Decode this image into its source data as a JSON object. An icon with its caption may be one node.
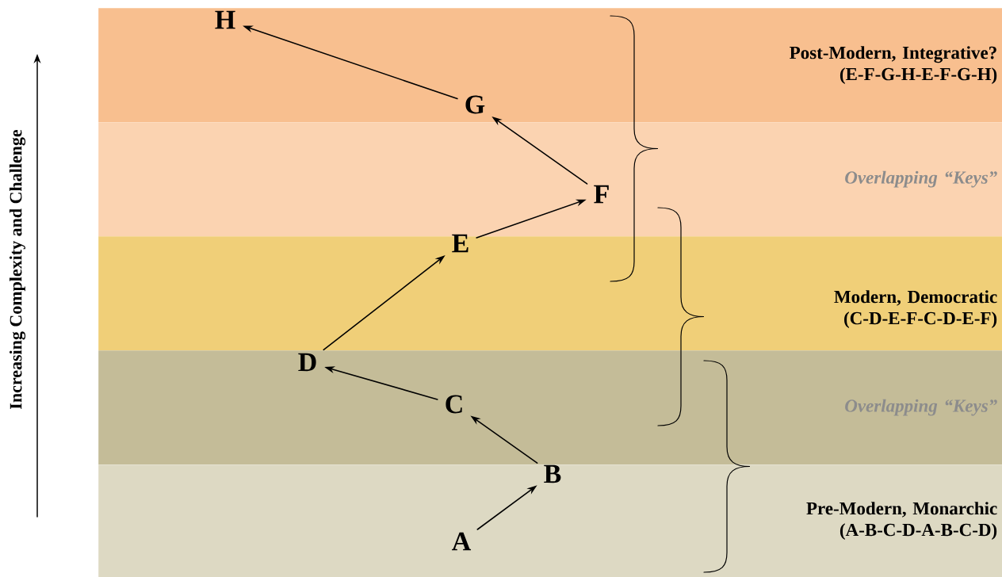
{
  "diagram": {
    "nodes": [
      {
        "text": [
          "Post-Modern, Integrative?",
          "(E-F-G-H-E-F-G-H)"
        ]
      },
      {
        "text": [
          "Overlapping “Keys”"
        ]
      },
      {
        "text": [
          "Modern, Democratic",
          "(C-D-E-F-C-D-E-F)"
        ]
      },
      {
        "text": [
          "Overlapping “Keys”"
        ]
      },
      {
        "text": [
          "Pre-Modern, Monarchic",
          "(A-B-C-D-A-B-C-D)"
        ]
      },
      {
        "text": [
          "A"
        ],
        "in": 4
      },
      {
        "text": [
          "B"
        ],
        "in": 4
      },
      {
        "text": [
          "C"
        ],
        "in": 3
      },
      {
        "text": [
          "D"
        ],
        "in": 3
      },
      {
        "text": [
          "E"
        ],
        "in": 2
      },
      {
        "text": [
          "F"
        ],
        "in": 1
      },
      {
        "text": [
          "G"
        ],
        "in": 0
      },
      {
        "text": [
          "H"
        ],
        "in": 0
      }
    ],
    "edges": [
      {
        "from": 5,
        "to": 6,
        "arrow": "to"
      },
      {
        "from": 6,
        "to": 7,
        "arrow": "to"
      },
      {
        "from": 7,
        "to": 8,
        "arrow": "to"
      },
      {
        "from": 8,
        "to": 9,
        "arrow": "to"
      },
      {
        "from": 9,
        "to": 10,
        "arrow": "to"
      },
      {
        "from": 10,
        "to": 11,
        "arrow": "to"
      },
      {
        "from": 11,
        "to": 12,
        "arrow": "to"
      }
    ],
    "labels": [
      "Increasing Complexity and Challenge"
    ]
  }
}
